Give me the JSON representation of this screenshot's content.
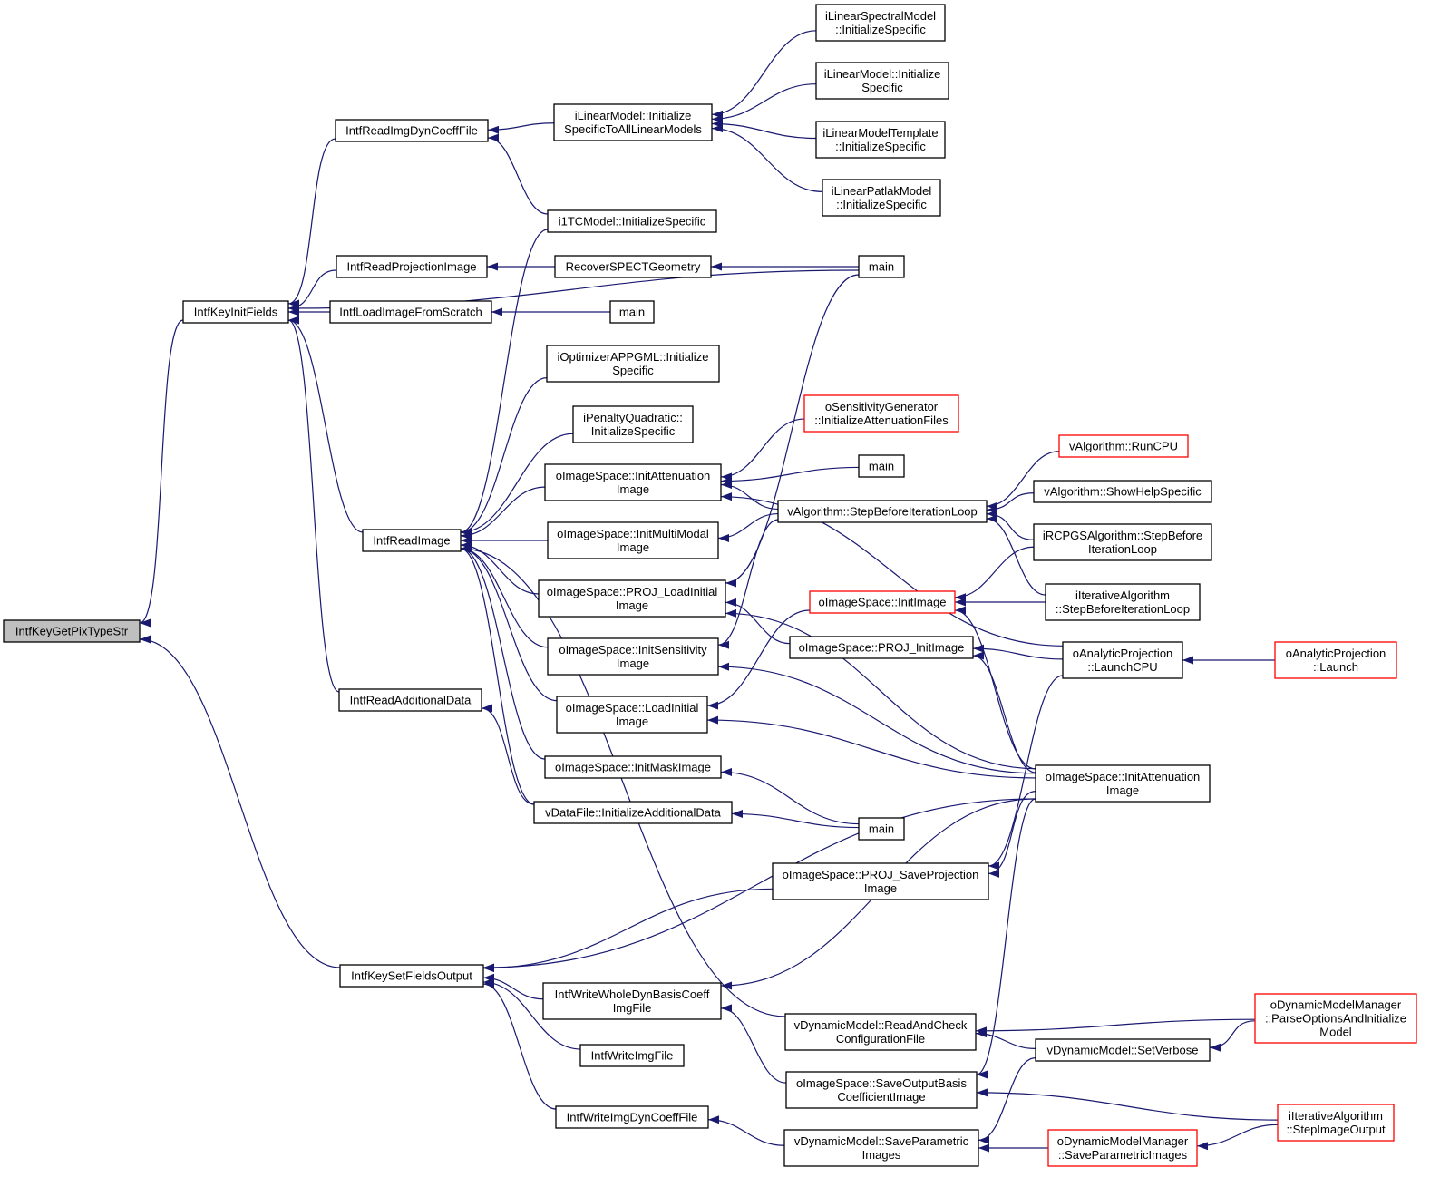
{
  "colors": {
    "edge": "#191970",
    "node_border": "#000000",
    "node_truncated_border": "#ff0000",
    "root_fill": "#bfbfbf",
    "node_fill": "#ffffff"
  },
  "nodes": [
    {
      "id": "root",
      "lines": [
        "IntfKeyGetPixTypeStr"
      ],
      "style": "root"
    },
    {
      "id": "keyinit",
      "lines": [
        "IntfKeyInitFields"
      ],
      "style": "normal"
    },
    {
      "id": "keysetfields",
      "lines": [
        "IntfKeySetFieldsOutput"
      ],
      "style": "normal"
    },
    {
      "id": "readimgdyn",
      "lines": [
        "IntfReadImgDynCoeffFile"
      ],
      "style": "normal"
    },
    {
      "id": "readproj",
      "lines": [
        "IntfReadProjectionImage"
      ],
      "style": "normal"
    },
    {
      "id": "loadscratch",
      "lines": [
        "IntfLoadImageFromScratch"
      ],
      "style": "normal"
    },
    {
      "id": "readimage",
      "lines": [
        "IntfReadImage"
      ],
      "style": "normal"
    },
    {
      "id": "readadd",
      "lines": [
        "IntfReadAdditionalData"
      ],
      "style": "normal"
    },
    {
      "id": "ilm_all",
      "lines": [
        "iLinearModel::Initialize",
        "SpecificToAllLinearModels"
      ],
      "style": "normal"
    },
    {
      "id": "i1tc",
      "lines": [
        "i1TCModel::InitializeSpecific"
      ],
      "style": "normal"
    },
    {
      "id": "recoverspect",
      "lines": [
        "RecoverSPECTGeometry"
      ],
      "style": "normal"
    },
    {
      "id": "main_a",
      "lines": [
        "main"
      ],
      "style": "normal"
    },
    {
      "id": "ioptim",
      "lines": [
        "iOptimizerAPPGML::Initialize",
        "Specific"
      ],
      "style": "normal"
    },
    {
      "id": "ipenalty",
      "lines": [
        "iPenaltyQuadratic::",
        "InitializeSpecific"
      ],
      "style": "normal"
    },
    {
      "id": "ois_initatt",
      "lines": [
        "oImageSpace::InitAttenuation",
        "Image"
      ],
      "style": "normal"
    },
    {
      "id": "ois_initmm",
      "lines": [
        "oImageSpace::InitMultiModal",
        "Image"
      ],
      "style": "normal"
    },
    {
      "id": "ois_projload",
      "lines": [
        "oImageSpace::PROJ_LoadInitial",
        "Image"
      ],
      "style": "normal"
    },
    {
      "id": "ois_initsens",
      "lines": [
        "oImageSpace::InitSensitivity",
        "Image"
      ],
      "style": "normal"
    },
    {
      "id": "ois_loadinit",
      "lines": [
        "oImageSpace::LoadInitial",
        "Image"
      ],
      "style": "normal"
    },
    {
      "id": "ois_initmask",
      "lines": [
        "oImageSpace::InitMaskImage"
      ],
      "style": "normal"
    },
    {
      "id": "vdf_initadd",
      "lines": [
        "vDataFile::InitializeAdditionalData"
      ],
      "style": "normal"
    },
    {
      "id": "ilspec",
      "lines": [
        "iLinearSpectralModel",
        "::InitializeSpecific"
      ],
      "style": "normal"
    },
    {
      "id": "ilm_spec",
      "lines": [
        "iLinearModel::Initialize",
        "Specific"
      ],
      "style": "normal"
    },
    {
      "id": "ilmt",
      "lines": [
        "iLinearModelTemplate",
        "::InitializeSpecific"
      ],
      "style": "normal"
    },
    {
      "id": "ilp",
      "lines": [
        "iLinearPatlakModel",
        "::InitializeSpecific"
      ],
      "style": "normal"
    },
    {
      "id": "main_b",
      "lines": [
        "main"
      ],
      "style": "normal"
    },
    {
      "id": "osens",
      "lines": [
        "oSensitivityGenerator",
        "::InitializeAttenuationFiles"
      ],
      "style": "truncated"
    },
    {
      "id": "main_c",
      "lines": [
        "main"
      ],
      "style": "normal"
    },
    {
      "id": "va_step",
      "lines": [
        "vAlgorithm::StepBeforeIterationLoop"
      ],
      "style": "normal"
    },
    {
      "id": "ois_initimage",
      "lines": [
        "oImageSpace::InitImage"
      ],
      "style": "truncated"
    },
    {
      "id": "ois_projinit",
      "lines": [
        "oImageSpace::PROJ_InitImage"
      ],
      "style": "normal"
    },
    {
      "id": "main_d",
      "lines": [
        "main"
      ],
      "style": "normal"
    },
    {
      "id": "ois_psp",
      "lines": [
        "oImageSpace::PROJ_SaveProjection",
        "Image"
      ],
      "style": "normal"
    },
    {
      "id": "writewhole",
      "lines": [
        "IntfWriteWholeDynBasisCoeff",
        "ImgFile"
      ],
      "style": "normal"
    },
    {
      "id": "writeimg",
      "lines": [
        "IntfWriteImgFile"
      ],
      "style": "normal"
    },
    {
      "id": "writedyn",
      "lines": [
        "IntfWriteImgDynCoeffFile"
      ],
      "style": "normal"
    },
    {
      "id": "vdm_read",
      "lines": [
        "vDynamicModel::ReadAndCheck",
        "ConfigurationFile"
      ],
      "style": "normal"
    },
    {
      "id": "ois_sob",
      "lines": [
        "oImageSpace::SaveOutputBasis",
        "CoefficientImage"
      ],
      "style": "normal"
    },
    {
      "id": "vdm_spi",
      "lines": [
        "vDynamicModel::SaveParametric",
        "Images"
      ],
      "style": "normal"
    },
    {
      "id": "va_runcpu",
      "lines": [
        "vAlgorithm::RunCPU"
      ],
      "style": "truncated"
    },
    {
      "id": "va_help",
      "lines": [
        "vAlgorithm::ShowHelpSpecific"
      ],
      "style": "normal"
    },
    {
      "id": "ircpgs",
      "lines": [
        "iRCPGSAlgorithm::StepBefore",
        "IterationLoop"
      ],
      "style": "normal"
    },
    {
      "id": "iia_step",
      "lines": [
        "iIterativeAlgorithm",
        "::StepBeforeIterationLoop"
      ],
      "style": "normal"
    },
    {
      "id": "oap_cpu",
      "lines": [
        "oAnalyticProjection",
        "::LaunchCPU"
      ],
      "style": "normal"
    },
    {
      "id": "ois_initatt2",
      "lines": [
        "oImageSpace::InitAttenuation",
        "Image"
      ],
      "style": "normal"
    },
    {
      "id": "vdm_verbose",
      "lines": [
        "vDynamicModel::SetVerbose"
      ],
      "style": "normal"
    },
    {
      "id": "odmm_spi",
      "lines": [
        "oDynamicModelManager",
        "::SaveParametricImages"
      ],
      "style": "truncated"
    },
    {
      "id": "oap_launch",
      "lines": [
        "oAnalyticProjection",
        "::Launch"
      ],
      "style": "truncated"
    },
    {
      "id": "odmm_parse",
      "lines": [
        "oDynamicModelManager",
        "::ParseOptionsAndInitialize",
        "Model"
      ],
      "style": "truncated"
    },
    {
      "id": "iia_out",
      "lines": [
        "iIterativeAlgorithm",
        "::StepImageOutput"
      ],
      "style": "truncated"
    }
  ],
  "edges": [
    [
      "keyinit",
      "root"
    ],
    [
      "keysetfields",
      "root"
    ],
    [
      "readimgdyn",
      "keyinit"
    ],
    [
      "readproj",
      "keyinit"
    ],
    [
      "loadscratch",
      "keyinit"
    ],
    [
      "readimage",
      "keyinit"
    ],
    [
      "readadd",
      "keyinit"
    ],
    [
      "main_a",
      "keyinit"
    ],
    [
      "ilm_all",
      "readimgdyn"
    ],
    [
      "i1tc",
      "readimgdyn"
    ],
    [
      "recoverspect",
      "readproj"
    ],
    [
      "main_a",
      "recoverspect"
    ],
    [
      "main_b",
      "loadscratch"
    ],
    [
      "i1tc",
      "readimage"
    ],
    [
      "ioptim",
      "readimage"
    ],
    [
      "ipenalty",
      "readimage"
    ],
    [
      "ois_initatt",
      "readimage"
    ],
    [
      "ois_initmm",
      "readimage"
    ],
    [
      "ois_projload",
      "readimage"
    ],
    [
      "ois_initsens",
      "readimage"
    ],
    [
      "ois_loadinit",
      "readimage"
    ],
    [
      "ois_initmask",
      "readimage"
    ],
    [
      "vdf_initadd",
      "readimage"
    ],
    [
      "vdm_read",
      "readimage"
    ],
    [
      "vdf_initadd",
      "readadd"
    ],
    [
      "ilspec",
      "ilm_all"
    ],
    [
      "ilm_spec",
      "ilm_all"
    ],
    [
      "ilmt",
      "ilm_all"
    ],
    [
      "ilp",
      "ilm_all"
    ],
    [
      "osens",
      "ois_initatt"
    ],
    [
      "main_c",
      "ois_initatt"
    ],
    [
      "va_step",
      "ois_initatt"
    ],
    [
      "oap_cpu",
      "ois_initatt"
    ],
    [
      "va_step",
      "ois_initmm"
    ],
    [
      "main_a",
      "ois_projload"
    ],
    [
      "ois_projinit",
      "ois_projload"
    ],
    [
      "ois_initatt2",
      "ois_projload"
    ],
    [
      "va_step",
      "ois_initsens"
    ],
    [
      "ois_initatt2",
      "ois_initsens"
    ],
    [
      "ois_initimage",
      "ois_loadinit"
    ],
    [
      "ois_initatt2",
      "ois_loadinit"
    ],
    [
      "main_d",
      "ois_initmask"
    ],
    [
      "main_d",
      "vdf_initadd"
    ],
    [
      "va_help",
      "va_step"
    ],
    [
      "va_runcpu",
      "va_step"
    ],
    [
      "ircpgs",
      "va_step"
    ],
    [
      "iia_step",
      "va_step"
    ],
    [
      "ircpgs",
      "ois_initimage"
    ],
    [
      "iia_step",
      "ois_initimage"
    ],
    [
      "ois_initatt2",
      "ois_initimage"
    ],
    [
      "oap_cpu",
      "ois_projinit"
    ],
    [
      "ois_initatt2",
      "ois_projinit"
    ],
    [
      "oap_launch",
      "oap_cpu"
    ],
    [
      "oap_cpu",
      "ois_psp"
    ],
    [
      "ois_initatt2",
      "ois_psp"
    ],
    [
      "ois_psp",
      "keysetfields"
    ],
    [
      "ois_initatt2",
      "keysetfields"
    ],
    [
      "writewhole",
      "keysetfields"
    ],
    [
      "writeimg",
      "keysetfields"
    ],
    [
      "writedyn",
      "keysetfields"
    ],
    [
      "ois_initatt2",
      "writewhole"
    ],
    [
      "ois_sob",
      "writewhole"
    ],
    [
      "vdm_spi",
      "writedyn"
    ],
    [
      "odmm_parse",
      "vdm_read"
    ],
    [
      "vdm_verbose",
      "vdm_read"
    ],
    [
      "odmm_parse",
      "vdm_verbose"
    ],
    [
      "ois_initatt2",
      "ois_sob"
    ],
    [
      "iia_out",
      "ois_sob"
    ],
    [
      "vdm_verbose",
      "vdm_spi"
    ],
    [
      "odmm_spi",
      "vdm_spi"
    ],
    [
      "iia_out",
      "odmm_spi"
    ]
  ]
}
